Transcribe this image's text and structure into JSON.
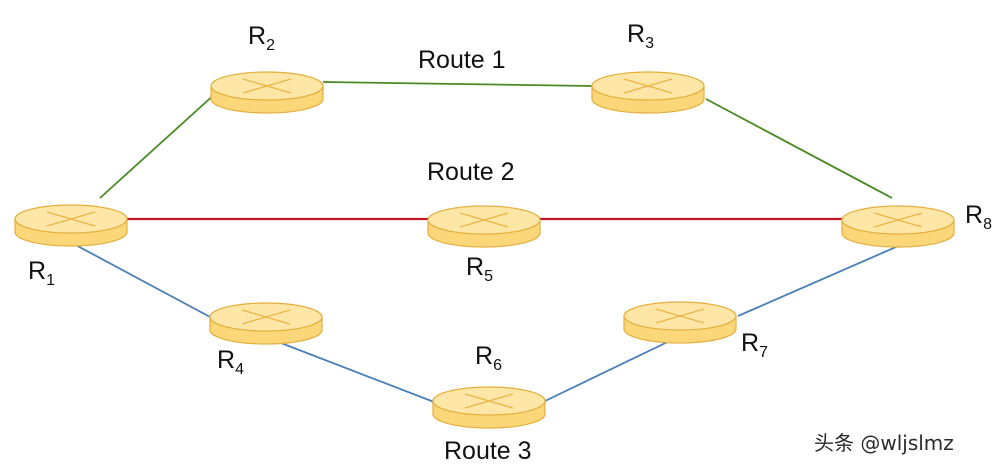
{
  "colors": {
    "route1": "#4a8a24",
    "route2": "#c0172b",
    "route3": "#4a7fb8",
    "router_fill": "#fcd77a",
    "router_edge": "#e4ae3c",
    "router_top": "#fde6a6"
  },
  "icon": "router-icon",
  "routers": [
    {
      "id": "R1",
      "letter": "R",
      "num": "1"
    },
    {
      "id": "R2",
      "letter": "R",
      "num": "2"
    },
    {
      "id": "R3",
      "letter": "R",
      "num": "3"
    },
    {
      "id": "R4",
      "letter": "R",
      "num": "4"
    },
    {
      "id": "R5",
      "letter": "R",
      "num": "5"
    },
    {
      "id": "R6",
      "letter": "R",
      "num": "6"
    },
    {
      "id": "R7",
      "letter": "R",
      "num": "7"
    },
    {
      "id": "R8",
      "letter": "R",
      "num": "8"
    }
  ],
  "routes": [
    {
      "label": "Route 1",
      "color_key": "route1",
      "path": [
        "R1",
        "R2",
        "R3",
        "R8"
      ]
    },
    {
      "label": "Route 2",
      "color_key": "route2",
      "path": [
        "R1",
        "R5",
        "R8"
      ]
    },
    {
      "label": "Route 3",
      "color_key": "route3",
      "path": [
        "R1",
        "R4",
        "R6",
        "R7",
        "R8"
      ]
    }
  ],
  "watermark": "头条 @wljslmz"
}
